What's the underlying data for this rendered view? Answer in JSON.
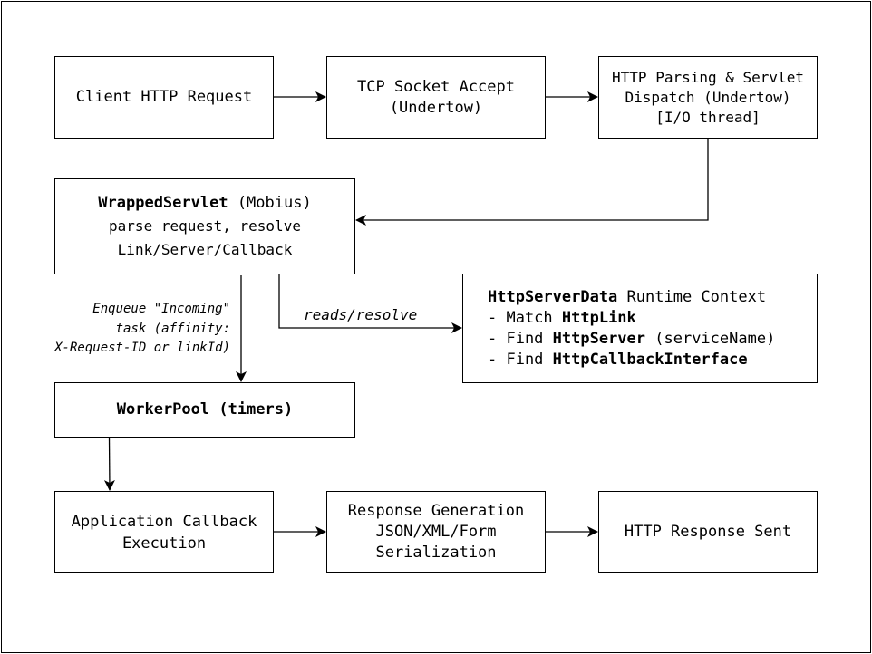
{
  "boxes": {
    "client_request": "Client HTTP Request",
    "tcp_accept": {
      "line1": "TCP Socket Accept",
      "line2": "(Undertow)"
    },
    "http_parsing": {
      "line1": "HTTP Parsing & Servlet",
      "line2": "Dispatch (Undertow)",
      "line3": "[I/O thread]"
    },
    "wrapped_servlet": {
      "title_bold": "WrappedServlet",
      "title_rest": " (Mobius)",
      "line2": "parse request, resolve",
      "line3": "Link/Server/Callback"
    },
    "server_data": {
      "title_bold": "HttpServerData",
      "title_rest": " Runtime Context",
      "item1_prefix": "- Match ",
      "item1_bold": "HttpLink",
      "item2_prefix": "- Find ",
      "item2_bold": "HttpServer",
      "item2_rest": " (serviceName)",
      "item3_prefix": "- Find ",
      "item3_bold": "HttpCallbackInterface"
    },
    "worker_pool": "WorkerPool (timers)",
    "app_callback": {
      "line1": "Application Callback",
      "line2": "Execution"
    },
    "response_gen": {
      "line1": "Response Generation",
      "line2": "JSON/XML/Form",
      "line3": "Serialization"
    },
    "response_sent": "HTTP Response Sent"
  },
  "edge_labels": {
    "enqueue": {
      "line1": "Enqueue \"Incoming\"",
      "line2": "task (affinity:",
      "line3": "X-Request-ID or linkId)"
    },
    "reads": "reads/resolve"
  }
}
